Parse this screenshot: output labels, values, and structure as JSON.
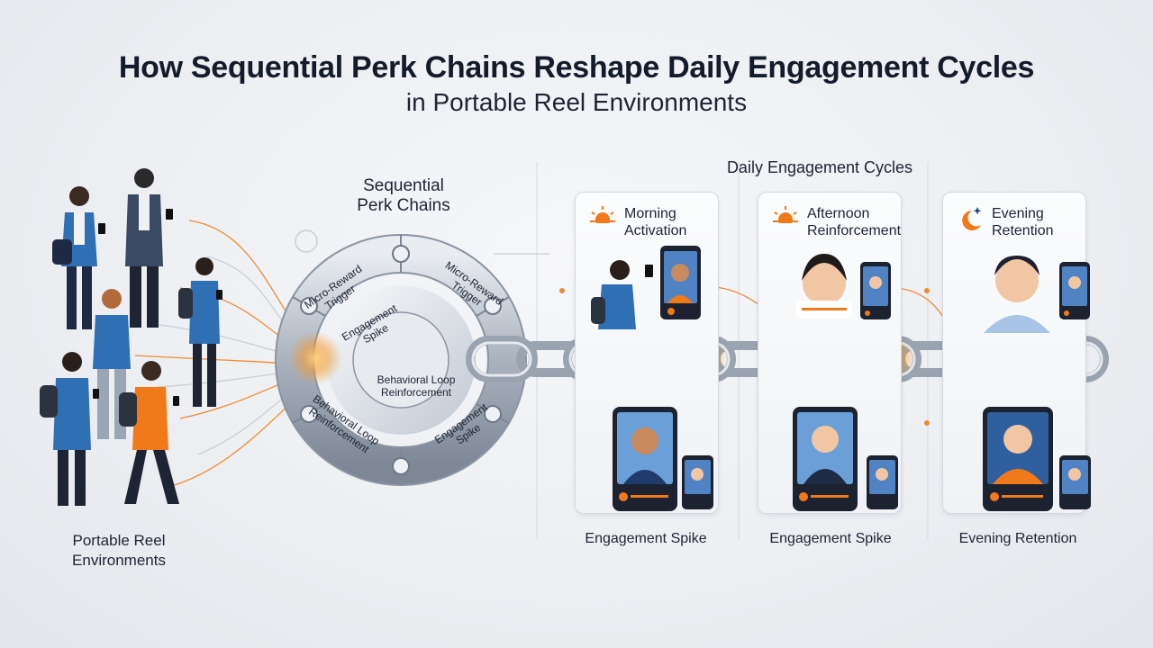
{
  "header": {
    "title": "How Sequential Perk Chains Reshape Daily Engagement Cycles",
    "subtitle": "in Portable Reel Environments"
  },
  "left": {
    "label_line1": "Portable Reel",
    "label_line2": "Environments"
  },
  "wheel": {
    "label_line1": "Sequential",
    "label_line2": "Perk Chains",
    "segments": [
      {
        "line1": "Micro-Reward",
        "line2": "Trigger"
      },
      {
        "line1": "Micro-Reward",
        "line2": "Trigger"
      },
      {
        "line1": "Engagement",
        "line2": "Spike"
      },
      {
        "line1": "Behavioral Loop",
        "line2": "Reinforcement"
      },
      {
        "line1": "Behavioral Loop",
        "line2": "Reinforcement"
      },
      {
        "line1": "Engagement",
        "line2": "Spike"
      }
    ]
  },
  "cycles": {
    "header": "Daily Engagement Cycles",
    "cards": [
      {
        "line1": "Morning",
        "line2": "Activation",
        "icon": "sun-icon",
        "bottom": "Engagement Spike"
      },
      {
        "line1": "Afternoon",
        "line2": "Reinforcement",
        "icon": "sun-icon",
        "bottom": "Engagement Spike"
      },
      {
        "line1": "Evening",
        "line2": "Retention",
        "icon": "moon-icon",
        "bottom": "Evening Retention"
      }
    ]
  },
  "colors": {
    "accent": "#f07a1a",
    "navy": "#1f3b6e",
    "chain": "#a9b1bd",
    "background": "#eceef2"
  }
}
